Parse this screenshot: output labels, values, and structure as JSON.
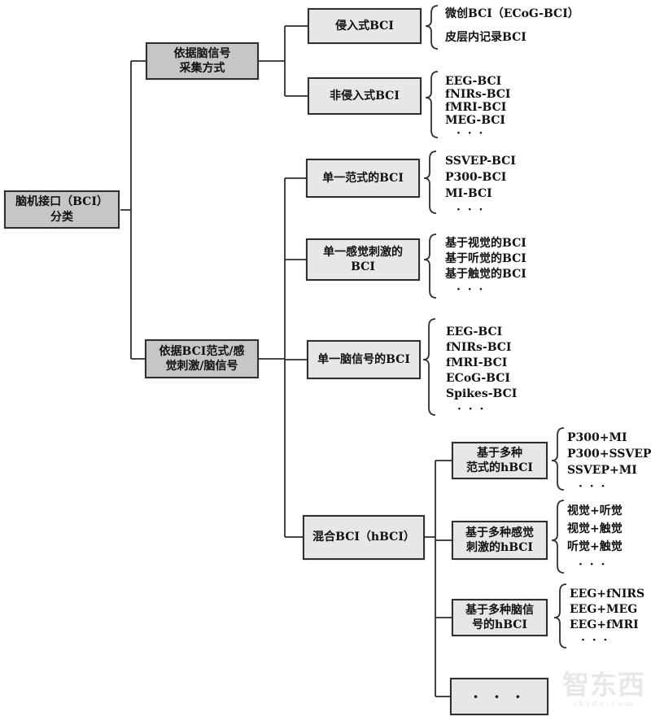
{
  "colors": {
    "branch_box_fill": "#c6c6c6",
    "leaf_box_fill": "#e7e7e7",
    "box_border": "#2f2f2f",
    "connector_line": "#2f2f2f",
    "text": "#111111",
    "watermark_text": "#eae8e6"
  },
  "tree": {
    "root": {
      "lines": [
        "脑机接口（BCI）",
        "分类"
      ]
    },
    "acquisition": {
      "label_lines": [
        "依据脑信号",
        "采集方式"
      ],
      "invasive": {
        "label": "侵入式BCI",
        "items": [
          "微创BCI（ECoG-BCI）",
          "皮层内记录BCI"
        ]
      },
      "noninvasive": {
        "label": "非侵入式BCI",
        "items": [
          "EEG-BCI",
          "fNIRs-BCI",
          "fMRI-BCI",
          "MEG-BCI",
          "· · ·"
        ]
      }
    },
    "paradigm": {
      "label_lines": [
        "依据BCI范式/感",
        "觉刺激/脑信号"
      ],
      "single_paradigm": {
        "label": "单一范式的BCI",
        "items": [
          "SSVEP-BCI",
          "P300-BCI",
          "MI-BCI",
          "· · ·"
        ]
      },
      "single_sensory": {
        "label_lines": [
          "单一感觉刺激的",
          "BCI"
        ],
        "items": [
          "基于视觉的BCI",
          "基于听觉的BCI",
          "基于触觉的BCI",
          "· · ·"
        ]
      },
      "single_signal": {
        "label": "单一脑信号的BCI",
        "items": [
          "EEG-BCI",
          "fNIRs-BCI",
          "fMRI-BCI",
          "ECoG-BCI",
          "Spikes-BCI",
          "· · ·"
        ]
      },
      "hybrid": {
        "label": "混合BCI（hBCI）",
        "multi_paradigm": {
          "label_lines": [
            "基于多种",
            "范式的hBCI"
          ],
          "items": [
            "P300+MI",
            "P300+SSVEP",
            "SSVEP+MI",
            "· · ·"
          ]
        },
        "multi_sensory": {
          "label_lines": [
            "基于多种感觉",
            "刺激的hBCI"
          ],
          "items": [
            "视觉+听觉",
            "视觉+触觉",
            "听觉+触觉",
            "· · ·"
          ]
        },
        "multi_signal": {
          "label_lines": [
            "基于多种脑信",
            "号的hBCI"
          ],
          "items": [
            "EEG+fNIRS",
            "EEG+MEG",
            "EEG+fMRI",
            "· · ·"
          ]
        },
        "other": {
          "label": "· · ·"
        }
      }
    }
  },
  "watermark": {
    "brand": "智东西",
    "domain": "zhidx.com"
  }
}
